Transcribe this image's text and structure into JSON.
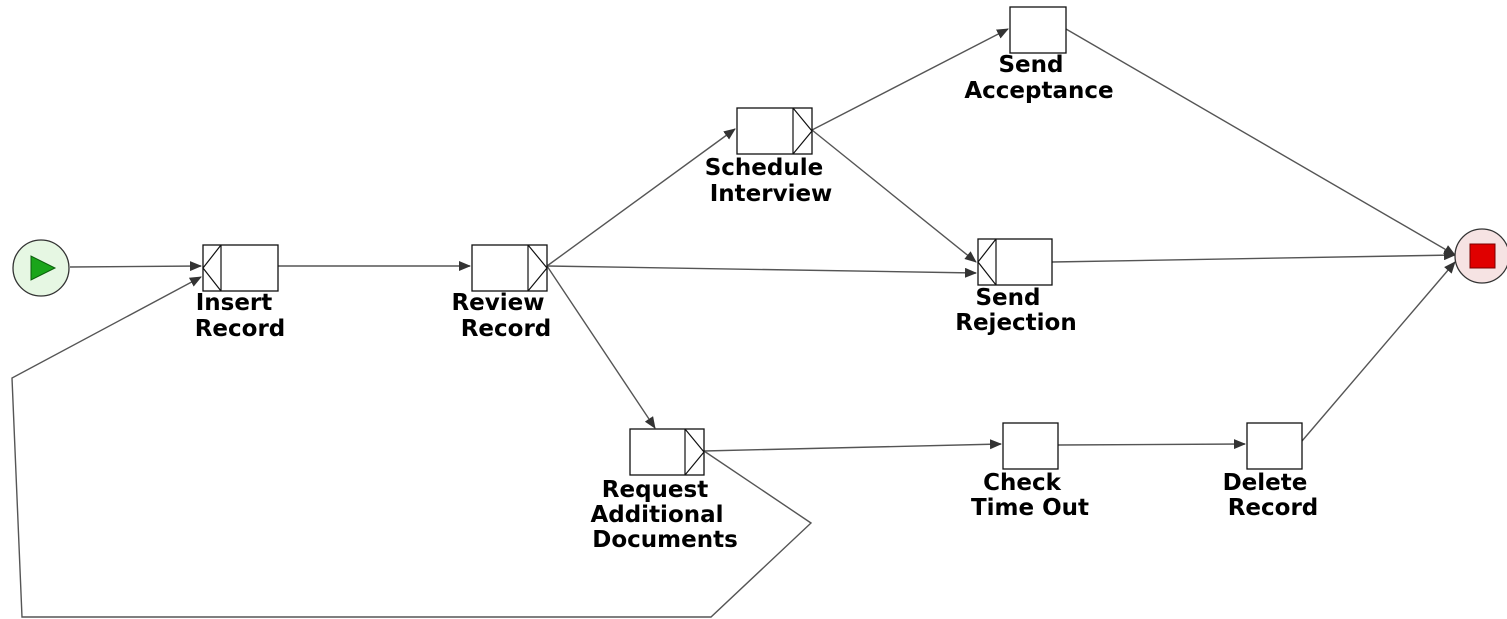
{
  "diagram": {
    "nodes": {
      "start": {
        "kind": "start-event",
        "color": "#1aa51a",
        "fill": "#e6f7e3"
      },
      "insert_record": {
        "label": [
          "Insert",
          "Record"
        ]
      },
      "review_record": {
        "label": [
          "Review",
          "Record"
        ]
      },
      "schedule_interview": {
        "label": [
          "Schedule",
          "Interview"
        ]
      },
      "send_acceptance": {
        "label": [
          "Send",
          "Acceptance"
        ]
      },
      "send_rejection": {
        "label": [
          "Send",
          "Rejection"
        ]
      },
      "request_additional_documents": {
        "label": [
          "Request",
          "Additional",
          "Documents"
        ]
      },
      "check_time_out": {
        "label": [
          "Check",
          "Time Out"
        ]
      },
      "delete_record": {
        "label": [
          "Delete",
          "Record"
        ]
      },
      "end": {
        "kind": "end-event",
        "color": "#e00000",
        "fill": "#f6e3e3"
      }
    },
    "edges": [
      {
        "from": "start",
        "to": "insert_record"
      },
      {
        "from": "insert_record",
        "to": "review_record"
      },
      {
        "from": "review_record",
        "to": "schedule_interview"
      },
      {
        "from": "review_record",
        "to": "send_rejection"
      },
      {
        "from": "review_record",
        "to": "request_additional_documents"
      },
      {
        "from": "schedule_interview",
        "to": "send_acceptance"
      },
      {
        "from": "schedule_interview",
        "to": "send_rejection"
      },
      {
        "from": "send_acceptance",
        "to": "end"
      },
      {
        "from": "send_rejection",
        "to": "end"
      },
      {
        "from": "request_additional_documents",
        "to": "check_time_out"
      },
      {
        "from": "request_additional_documents",
        "to": "insert_record"
      },
      {
        "from": "check_time_out",
        "to": "delete_record"
      },
      {
        "from": "delete_record",
        "to": "end"
      }
    ]
  }
}
